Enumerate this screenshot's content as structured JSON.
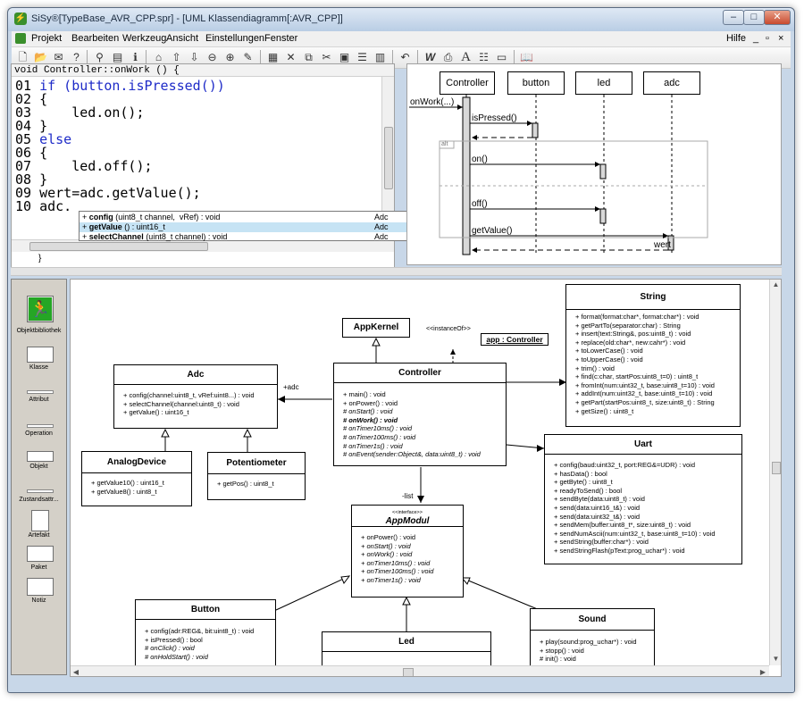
{
  "window": {
    "title": "SiSy®[TypeBase_AVR_CPP.spr] - [UML Klassendiagramm[:AVR_CPP]]",
    "app_icon": "sisy-app-icon",
    "buttons": [
      "–",
      "□",
      "✕"
    ]
  },
  "menubar": {
    "items": [
      "Projekt",
      "Bearbeiten",
      "Werkzeug",
      "Ansicht",
      "Einstellungen",
      "Fenster"
    ],
    "right": [
      "Hilfe",
      "_",
      "▫",
      "×"
    ]
  },
  "code_editor": {
    "header": "void Controller::onWork () {",
    "lines": [
      {
        "no": "01",
        "text": "if (button.isPressed())"
      },
      {
        "no": "02",
        "text": "{"
      },
      {
        "no": "03",
        "text": "    led.on();"
      },
      {
        "no": "04",
        "text": "}"
      },
      {
        "no": "05",
        "text": "else"
      },
      {
        "no": "06",
        "text": "{"
      },
      {
        "no": "07",
        "text": "    led.off();"
      },
      {
        "no": "08",
        "text": "}"
      },
      {
        "no": "09",
        "text": "wert=adc.getValue();"
      },
      {
        "no": "10",
        "text": "adc."
      }
    ],
    "footer": "}",
    "autocomplete": [
      {
        "method": "config",
        "sig": "(uint8_t channel,  vRef) : void",
        "cls": "Adc"
      },
      {
        "method": "getValue",
        "sig": "() : uint16_t",
        "cls": "Adc"
      },
      {
        "method": "selectChannel",
        "sig": "(uint8_t channel) : void",
        "cls": "Adc"
      }
    ]
  },
  "sequence": {
    "lifelines": [
      "Controller",
      "button",
      "led",
      "adc"
    ],
    "messages": [
      "onWork(...)",
      "isPressed()",
      "on()",
      "off()",
      "getValue()",
      "wert"
    ],
    "fragment": "alt"
  },
  "toolbox": {
    "items": [
      "Objektbibliothek",
      "Klasse",
      "Attribut",
      "Operation",
      "Objekt",
      "Zustandsattr...",
      "Artefakt",
      "Paket",
      "Notiz"
    ]
  },
  "classes": {
    "string": {
      "name": "String",
      "methods": [
        "+ format(format:char*, format:char*) : void",
        "+ getPartTo(separator:char) : String",
        "+ insert(text:String&, pos:uint8_t) : void",
        "+ replace(old:char*, new:cahr*) : void",
        "+ toLowerCase() : void",
        "+ toUpperCase() : void",
        "+ trim() : void",
        "+ find(c:char, startPos:uint8_t=0) : uint8_t",
        "+ fromInt(num:uint32_t, base:uint8_t=10) : void",
        "+ addInt(num:uint32_t, base:uint8_t=10) : void",
        "+ getPart(startPos:uint8_t, size:uint8_t) : String",
        "+ getSize() : uint8_t"
      ]
    },
    "appkernel": {
      "name": "AppKernel"
    },
    "instance": {
      "stereo": "<<instanceOf>>",
      "name": "app : Controller"
    },
    "adc": {
      "name": "Adc",
      "methods": [
        "+ config(channel:uint8_t, vRef:uint8...) : void",
        "+ selectChannel(channel:uint8_t) : void",
        "+ getValue() : uint16_t"
      ],
      "assoc": "+adc"
    },
    "controller": {
      "name": "Controller",
      "methods": [
        "+ main() : void",
        "+ onPower() : void",
        "# onStart() : void",
        "# onWork() : void",
        "# onTimer10ms() : void",
        "# onTimer100ms() : void",
        "# onTimer1s() : void",
        "# onEvent(sender:Object&, data:uint8_t) : void"
      ]
    },
    "analogdevice": {
      "name": "AnalogDevice",
      "methods": [
        "+ getValue10() : uint16_t",
        "+ getValue8() : uint8_t"
      ]
    },
    "potentiometer": {
      "name": "Potentiometer",
      "methods": [
        "+ getPos() : uint8_t"
      ]
    },
    "uart": {
      "name": "Uart",
      "methods": [
        "+ config(baud:uint32_t, port:REG&=UDR) : void",
        "+ hasData() : bool",
        "+ getByte() : uint8_t",
        "+ readyToSend() : bool",
        "+ sendByte(data:uint8_t) : void",
        "+ send(data:uint16_t&) : void",
        "+ send(data:uint32_t&) : void",
        "+ sendMem(buffer:uint8_t*, size:uint8_t) : void",
        "+ sendNumAscii(num:uint32_t, base:uint8_t=10) : void",
        "+ sendString(buffer:char*) : void",
        "+ sendStringFlash(pText:prog_uchar*) : void"
      ]
    },
    "appmodul": {
      "stereo": "<<interface>>",
      "name": "AppModul",
      "methods": [
        "+ onPower() : void",
        "+ onStart() : void",
        "+ onWork() : void",
        "+ onTimer10ms() : void",
        "+ onTimer100ms() : void",
        "+ onTimer1s() : void"
      ],
      "assoc": "-list"
    },
    "button": {
      "name": "Button",
      "methods": [
        "+ config(adr:REG&, bit:uint8_t) : void",
        "+ isPressed() : bool",
        "# onClick() : void",
        "# onHoldStart() : void"
      ]
    },
    "led": {
      "name": "Led"
    },
    "sound": {
      "name": "Sound",
      "methods": [
        "+ play(sound:prog_uchar*) : void",
        "+ stopp() : void",
        "# init() : void"
      ]
    }
  }
}
